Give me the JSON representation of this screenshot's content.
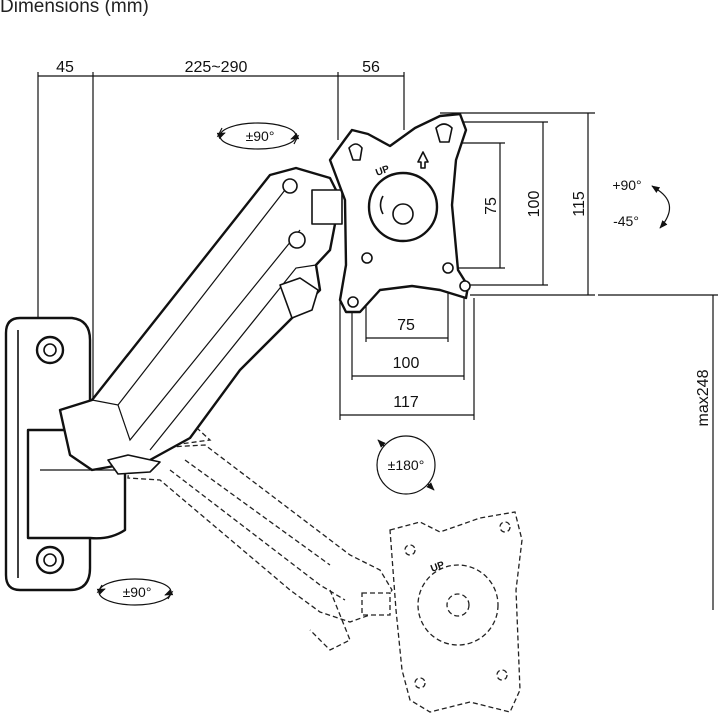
{
  "title": "Dimensions (mm)",
  "dimensions": {
    "wall_offset": "45",
    "arm_reach": "225~290",
    "plate_depth": "56",
    "vert_75": "75",
    "vert_100": "100",
    "vert_115": "115",
    "horiz_75": "75",
    "horiz_100": "100",
    "horiz_117": "117",
    "max_height": "max248"
  },
  "rotations": {
    "arm_swivel_top": "±90°",
    "tilt_up": "+90°",
    "tilt_down": "-45°",
    "screen_rotate": "±180°",
    "wall_swivel": "±90°"
  },
  "plate_label": "UP"
}
